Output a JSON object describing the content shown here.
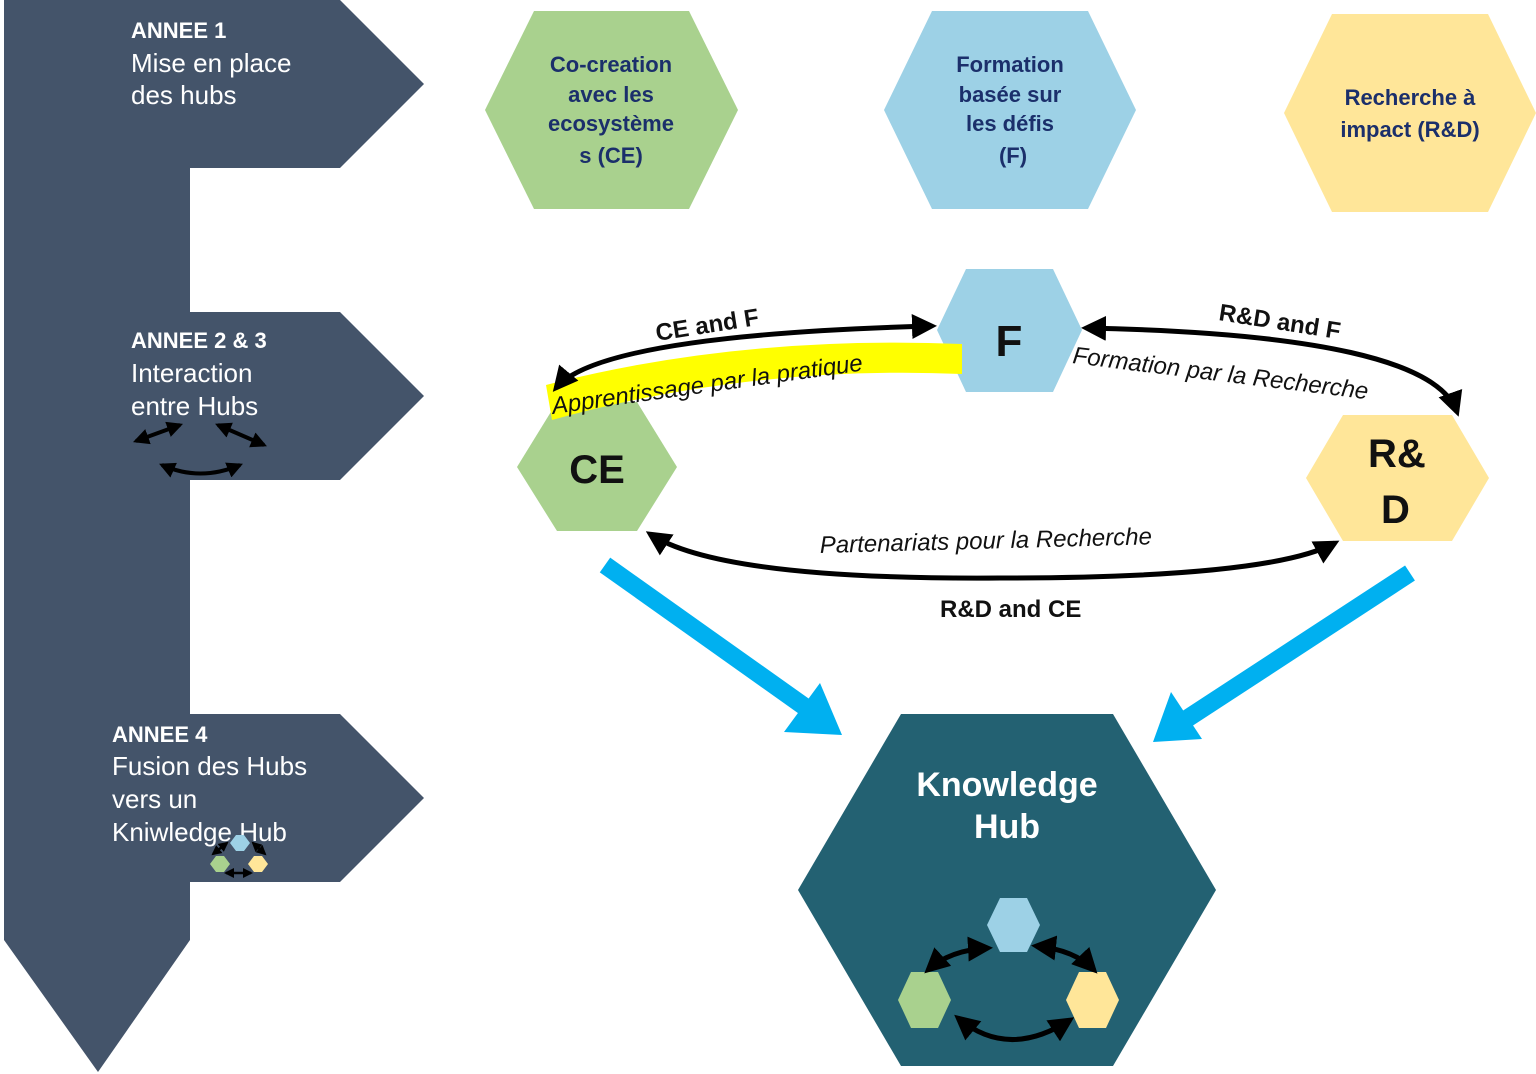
{
  "timeline": {
    "year1": {
      "title": "ANNEE 1",
      "line1": "Mise en place",
      "line2": "des hubs"
    },
    "year23": {
      "title": "ANNEE 2 & 3",
      "line1": "Interaction",
      "line2": "entre Hubs"
    },
    "year4": {
      "title": "ANNEE 4",
      "line1": "Fusion des Hubs",
      "line2": "vers un",
      "line3": "Kniwledge Hub"
    }
  },
  "hubs_row1": {
    "ce": {
      "line1": "Co-creation",
      "line2": "avec les",
      "line3": "ecosystème",
      "line4": "s (CE)",
      "color": "#a9d18e"
    },
    "f": {
      "line1": "Formation",
      "line2": "basée sur",
      "line3": "les défis",
      "line4": "(F)",
      "color": "#9dd1e6"
    },
    "rd": {
      "line1": "Recherche à",
      "line2": "impact (R&D)",
      "color": "#ffe699"
    }
  },
  "interaction": {
    "ce_label": "CE",
    "f_label": "F",
    "rd_line1": "R&",
    "rd_line2": "D",
    "edge_ce_f": "CE and F",
    "edge_rd_f": "R&D and F",
    "edge_rd_ce": "R&D and CE",
    "text_apprentissage": "Apprentissage par la pratique",
    "text_formation": "Formation par la Recherche",
    "text_partenariats": "Partenariats pour la Recherche",
    "highlight_color": "#ffff00"
  },
  "knowledge_hub": {
    "line1": "Knowledge",
    "line2": "Hub",
    "color": "#236172"
  },
  "colors": {
    "timeline": "#44546a",
    "arrow_blue": "#00b0f0",
    "arrow_black": "#000000"
  }
}
